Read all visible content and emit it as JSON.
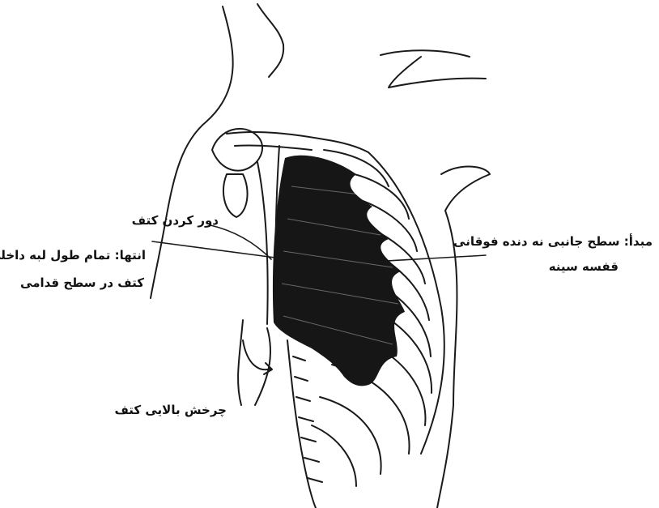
{
  "labels": {
    "abduction": "دور کردن کتف",
    "insertion_line1": "انتها: تمام طول لبه داخلی",
    "insertion_line2": "کتف در سطح قدامی",
    "origin_line1": "مبدأ: سطح جانبی نه دنده فوقانی",
    "origin_line2": "قفسه سینه",
    "upward_rotation": "چرخش بالایی کتف"
  },
  "colors": {
    "line": "#1a1a1a",
    "muscle": "#161616",
    "paper": "#ffffff"
  },
  "figure_subject": "serratus-anterior-muscle-illustration"
}
